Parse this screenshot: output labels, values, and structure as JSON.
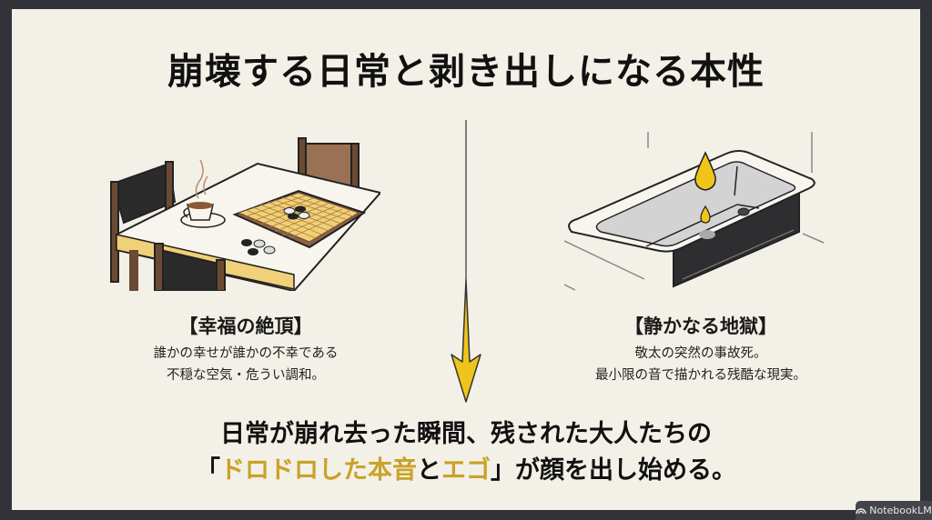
{
  "slide": {
    "title": "崩壊する日常と剥き出しになる本性",
    "left_panel": {
      "illustration": "table-with-othello-board-and-coffee",
      "heading": "【幸福の絶頂】",
      "body_lines": [
        "誰かの幸せが誰かの不幸である",
        "不穏な空気・危うい調和。"
      ]
    },
    "right_panel": {
      "illustration": "empty-bathtub-with-dripping-drops",
      "heading": "【静かなる地獄】",
      "body_lines": [
        "敬太の突然の事故死。",
        "最小限の音で描かれる残酷な現実。"
      ]
    },
    "divider_arrow": "down-arrow-icon",
    "conclusion": {
      "line1": "日常が崩れ去った瞬間、残された大人たちの",
      "line2_open": "「",
      "line2_highlight1": "ドロドロした本音",
      "line2_mid": "と",
      "line2_highlight2": "エゴ",
      "line2_close": "」が顔を出し始める。"
    }
  },
  "colors": {
    "background": "#f3f0e7",
    "frame": "#323338",
    "accent": "#c9a227",
    "arrow": "#f0c419"
  },
  "watermark": {
    "label": "NotebookLM",
    "icon": "notebooklm-logo-icon"
  }
}
